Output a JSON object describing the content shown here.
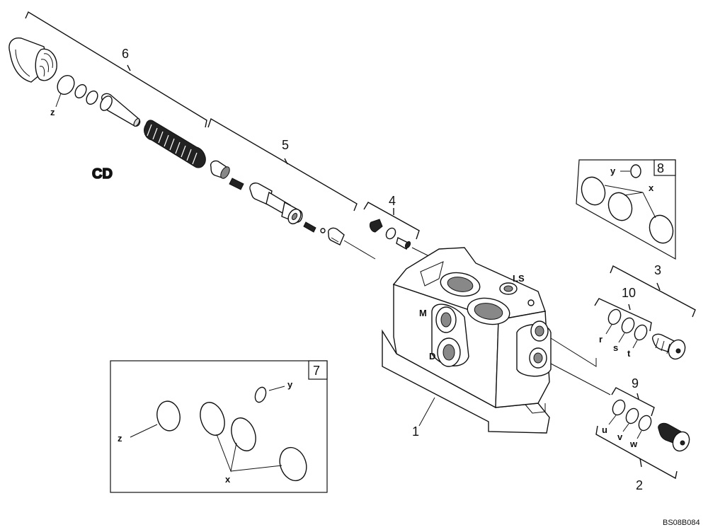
{
  "diagram": {
    "code": "BS08B084",
    "group_label": "CD",
    "callouts": {
      "part_1": "1",
      "part_2": "2",
      "part_3": "3",
      "part_4": "4",
      "part_5": "5",
      "part_6": "6",
      "kit_7": "7",
      "kit_8": "8",
      "kit_9": "9",
      "kit_10": "10"
    },
    "seal_letters": {
      "z_main": "z",
      "kit7_z": "z",
      "kit7_y": "y",
      "kit7_x": "x",
      "kit8_y": "y",
      "kit8_x": "x",
      "r": "r",
      "s": "s",
      "t": "t",
      "u": "u",
      "v": "v",
      "w": "w"
    },
    "port_labels": {
      "ls": "LS",
      "m": "M",
      "d": "D"
    }
  }
}
